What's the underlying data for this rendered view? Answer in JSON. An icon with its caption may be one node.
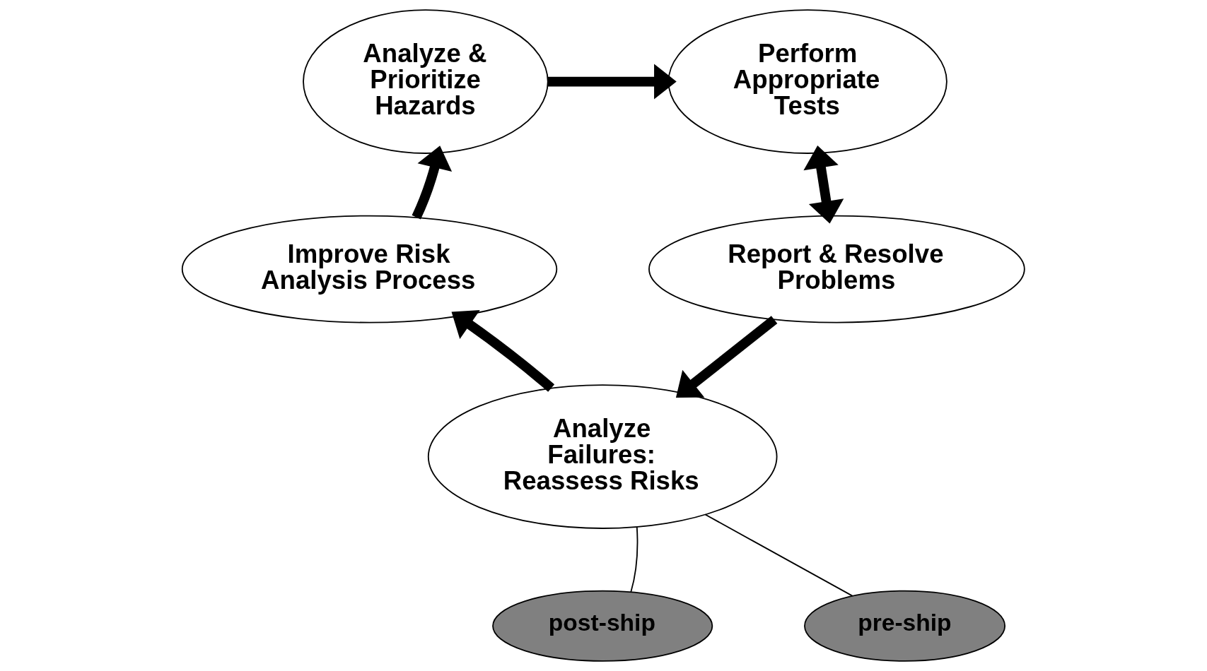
{
  "diagram": {
    "nodes": [
      {
        "text": [
          "Analyze & Prioritize Hazards"
        ]
      },
      {
        "text": [
          "Perform Appropriate Tests"
        ]
      },
      {
        "text": [
          "Report & Resolve Problems"
        ]
      },
      {
        "text": [
          "Analyze Failures: Reassess Risks"
        ]
      },
      {
        "text": [
          "Improve Risk Analysis Process"
        ]
      },
      {
        "text": [
          "post-ship"
        ]
      },
      {
        "text": [
          "pre-ship"
        ]
      }
    ],
    "edges": [
      {
        "from": 0,
        "to": 1,
        "arrow": "to"
      },
      {
        "from": 1,
        "to": 2,
        "arrow": "both"
      },
      {
        "from": 2,
        "to": 3,
        "arrow": "to"
      },
      {
        "from": 3,
        "to": 4,
        "arrow": "to"
      },
      {
        "from": 4,
        "to": 0,
        "arrow": "to"
      },
      {
        "from": 3,
        "to": 5,
        "arrow": "none"
      },
      {
        "from": 3,
        "to": 6,
        "arrow": "none"
      }
    ]
  }
}
